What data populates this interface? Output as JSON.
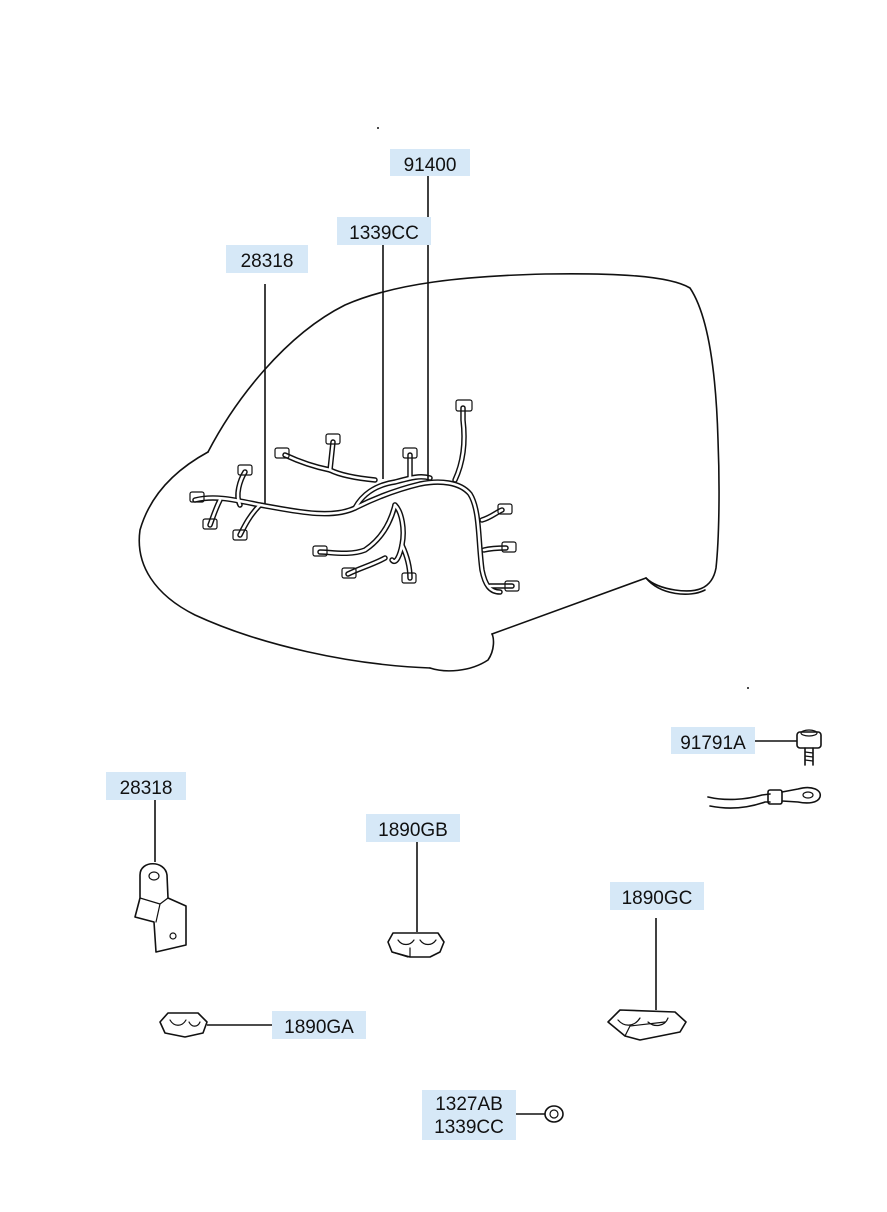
{
  "colors": {
    "label_background": "#d6e8f7",
    "line": "#111111",
    "paper": "#ffffff"
  },
  "labels": {
    "p91400": "91400",
    "p1339cc_top": "1339CC",
    "p28318_top": "28318",
    "p91791a": "91791A",
    "p28318_bracket": "28318",
    "p1890gb": "1890GB",
    "p1890gc": "1890GC",
    "p1890ga": "1890GA",
    "p1327ab": "1327AB",
    "p1339cc_bottom": "1339CC"
  }
}
